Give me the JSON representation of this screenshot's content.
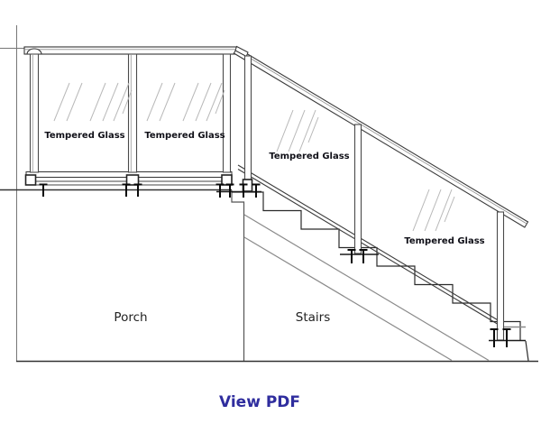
{
  "page": {
    "background_color": "#ffffff",
    "description_labels": {
      "glass_labels": [
        "Tempered Glass",
        "Tempered Glass",
        "Tempered Glass",
        "Tempered Glass"
      ],
      "porch_area_label": "Porch",
      "stairs_area_label": "Stairs"
    },
    "colors": {
      "drawing_line": "#555555",
      "dark_line": "#2a2a2a",
      "glass_hatch": "#b8b8b8",
      "bolt_black": "#0a0a0a",
      "glass_label_text": "#101018",
      "area_label_text": "#222222",
      "link_text": "#2f2d9e"
    }
  },
  "footer": {
    "view_pdf_label": "View PDF"
  }
}
